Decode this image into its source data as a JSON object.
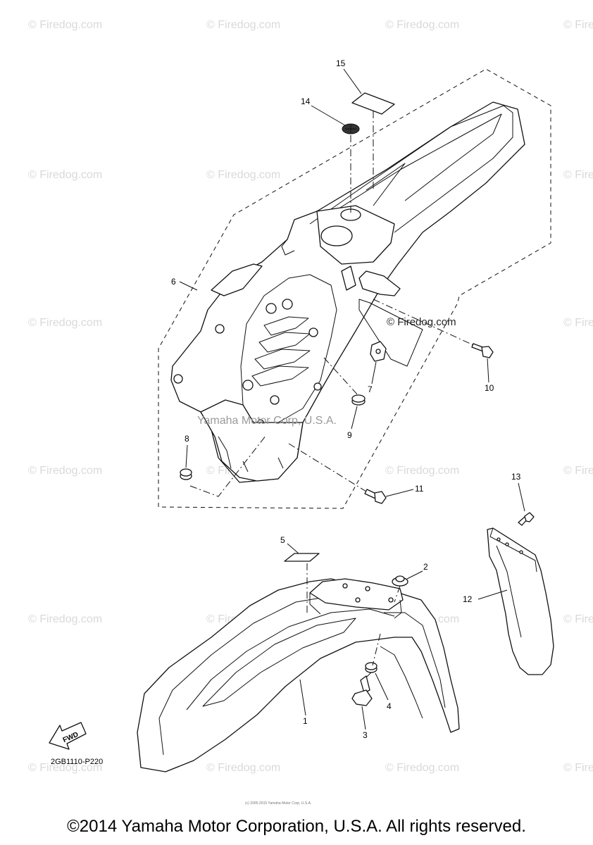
{
  "watermark": "© Firedog.com",
  "watermark_inline": "© Firedog.com",
  "corp_watermark": "Yamaha Motor Corp, U.S.A.",
  "callouts": {
    "c1": "1",
    "c2": "2",
    "c3": "3",
    "c4": "4",
    "c5": "5",
    "c6": "6",
    "c7": "7",
    "c8": "8",
    "c9": "9",
    "c10": "10",
    "c11": "11",
    "c12": "12",
    "c13": "13",
    "c14": "14",
    "c15": "15"
  },
  "fwd_label": "FWD",
  "diagram_code": "2GB1110-P220",
  "tiny_print": "(c) 2005-2015 Yamaha Motor Corp, U.S.A.",
  "copyright": "©2014 Yamaha Motor Corporation, U.S.A. All rights reserved."
}
